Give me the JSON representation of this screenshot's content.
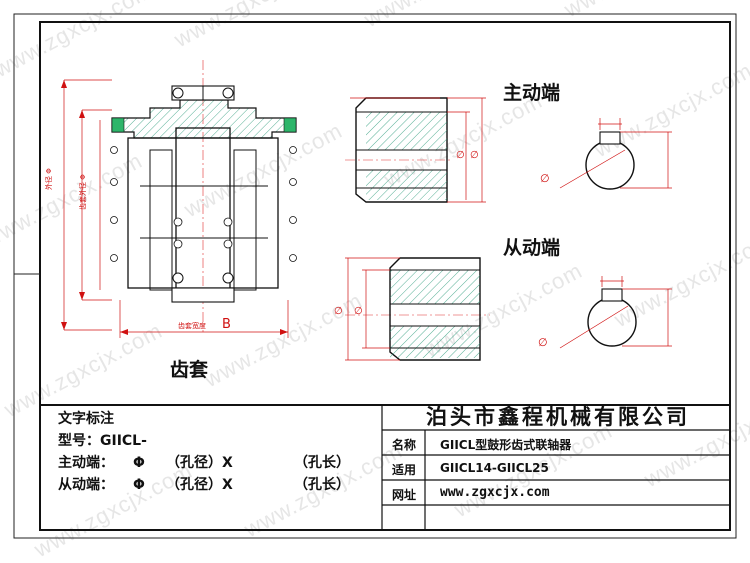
{
  "watermark": "www.zgxcjx.com",
  "views": {
    "drive_end_title": "主动端",
    "driven_end_title": "从动端",
    "sleeve_title": "齿套"
  },
  "dimensions": {
    "diameter_symbol": "Φ",
    "outer_diameter_label": "外径",
    "hub_diameter_label": "齿套外径",
    "width_label": "齿套宽度",
    "width_letter": "B",
    "phi_small": "∅"
  },
  "notes": {
    "heading": "文字标注",
    "model_label": "型号：GIICL-",
    "drive_label": "主动端：",
    "driven_label": "从动端：",
    "phi": "Φ",
    "bore_label": "（孔径）X",
    "length_label": "（孔长）"
  },
  "title_block": {
    "company": "泊头市鑫程机械有限公司",
    "rows": [
      {
        "label": "名称",
        "value": "GIICL型鼓形齿式联轴器"
      },
      {
        "label": "适用",
        "value": "GIICL14-GIICL25"
      },
      {
        "label": "网址",
        "value": "www.zgxcjx.com"
      }
    ]
  }
}
